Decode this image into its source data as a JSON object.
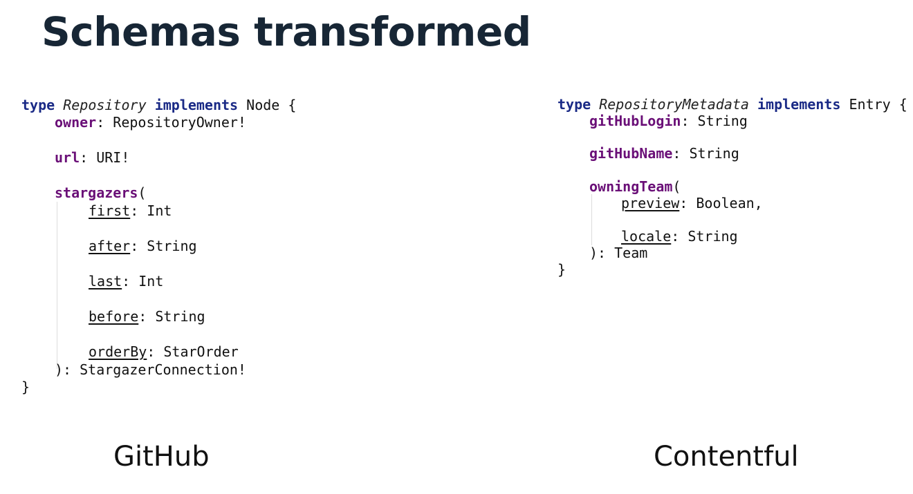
{
  "title": "Schemas transformed",
  "left": {
    "caption": "GitHub",
    "type_kw": "type",
    "type_name": "Repository",
    "implements_kw": "implements",
    "interface": "Node",
    "open_brace": "{",
    "fields": [
      {
        "name": "owner",
        "type": ": RepositoryOwner!"
      },
      {
        "name": "url",
        "type": ": URI!"
      }
    ],
    "method": {
      "name": "stargazers",
      "open": "(",
      "close": "): StargazerConnection!"
    },
    "args": [
      {
        "name": "first",
        "type": ": Int"
      },
      {
        "name": "after",
        "type": ": String"
      },
      {
        "name": "last",
        "type": ": Int"
      },
      {
        "name": "before",
        "type": ": String"
      },
      {
        "name": "orderBy",
        "type": ": StarOrder"
      }
    ],
    "close_brace": "}"
  },
  "right": {
    "caption": "Contentful",
    "type_kw": "type",
    "type_name": "RepositoryMetadata",
    "implements_kw": "implements",
    "interface": "Entry",
    "open_brace": "{",
    "fields": [
      {
        "name": "gitHubLogin",
        "type": ": String"
      },
      {
        "name": "gitHubName",
        "type": ": String"
      }
    ],
    "method": {
      "name": "owningTeam",
      "open": "(",
      "close": "): Team"
    },
    "args": [
      {
        "name": "preview",
        "type": ": Boolean,"
      },
      {
        "name": "locale",
        "type": ": String"
      }
    ],
    "close_brace": "}"
  }
}
